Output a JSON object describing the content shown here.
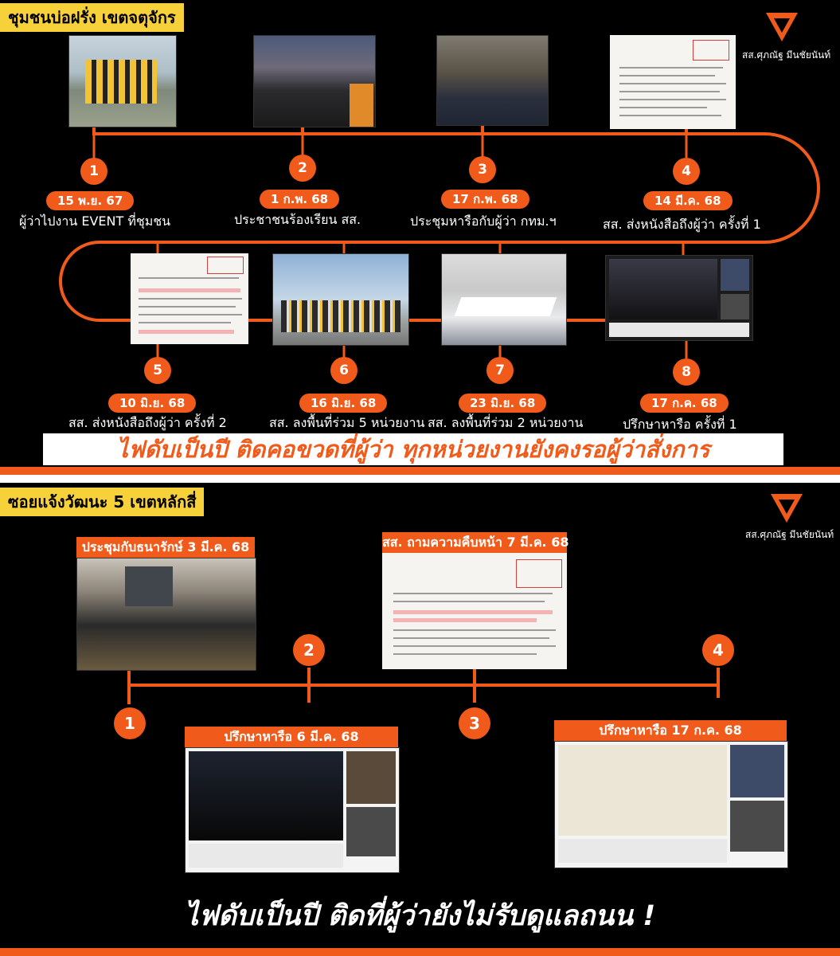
{
  "brand": {
    "accent": "#f05a1a",
    "tag_color": "#f7d13a",
    "mp_name": "สส.ศุภณัฐ มีนชัยนันท์"
  },
  "top": {
    "title": "ชุมชนบ่อฝรั่ง เขตจตุจักร",
    "events": [
      {
        "num": "1",
        "date": "15 พ.ย. 67",
        "caption": "ผู้ว่าไปงาน EVENT ที่ชุมชน"
      },
      {
        "num": "2",
        "date": "1 ก.พ. 68",
        "caption": "ประชาชนร้องเรียน สส."
      },
      {
        "num": "3",
        "date": "17 ก.พ. 68",
        "caption": "ประชุมหารือกับผู้ว่า กทม.ฯ"
      },
      {
        "num": "4",
        "date": "14 มี.ค. 68",
        "caption": "สส. ส่งหนังสือถึงผู้ว่า ครั้งที่ 1"
      },
      {
        "num": "5",
        "date": "10 มิ.ย. 68",
        "caption": "สส. ส่งหนังสือถึงผู้ว่า ครั้งที่ 2"
      },
      {
        "num": "6",
        "date": "16 มิ.ย. 68",
        "caption": "สส. ลงพื้นที่ร่วม 5 หน่วยงาน"
      },
      {
        "num": "7",
        "date": "23 มิ.ย. 68",
        "caption": "สส. ลงพื้นที่ร่วม 2 หน่วยงาน"
      },
      {
        "num": "8",
        "date": "17 ก.ค. 68",
        "caption": "ปรึกษาหารือ ครั้งที่ 1"
      }
    ],
    "banner": "ไฟดับเป็นปี ติดคอขวดที่ผู้ว่า ทุกหน่วยงานยังคงรอผู้ว่าสั่งการ"
  },
  "bottom": {
    "title": "ซอยแจ้งวัฒนะ 5 เขตหลักสี่",
    "events": [
      {
        "num": "1",
        "label": "ประชุมกับธนารักษ์ 3 มี.ค. 68"
      },
      {
        "num": "2",
        "label": "ปรึกษาหารือ 6 มี.ค. 68"
      },
      {
        "num": "3",
        "label": "สส. ถามความคืบหน้า 7 มี.ค. 68"
      },
      {
        "num": "4",
        "label": "ปรึกษาหารือ 17 ก.ค. 68"
      }
    ],
    "banner": "ไฟดับเป็นปี ติดที่ผู้ว่ายังไม่รับดูแลถนน !"
  }
}
